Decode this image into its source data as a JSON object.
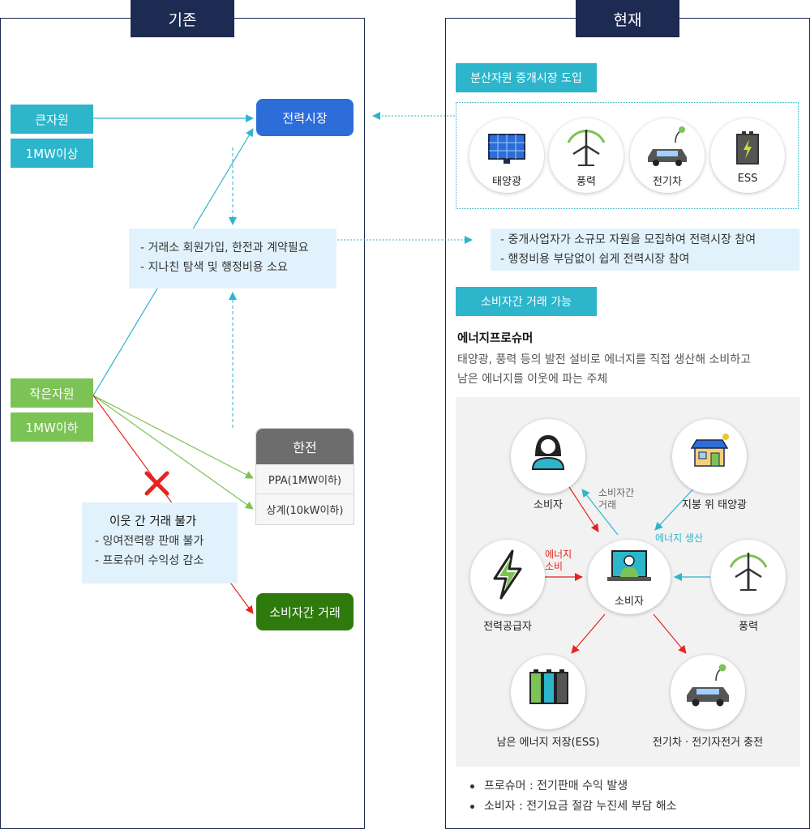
{
  "left": {
    "tab": "기존",
    "big_source": {
      "name": "큰자원",
      "capacity": "1MW이상"
    },
    "small_source": {
      "name": "작은자원",
      "capacity": "1MW이하"
    },
    "power_market": "전력시장",
    "requirements": [
      "- 거래소 회원가입, 한전과 계약필요",
      "- 지나친 탐색 및 행정비용 소요"
    ],
    "kepco": {
      "title": "한전",
      "rows": [
        "PPA(1MW이하)",
        "상계(10kW이하)"
      ]
    },
    "neighbor_box": {
      "title": "이웃 간 거래 불가",
      "items": [
        "- 잉여전력량 판매 불가",
        "- 프로슈머 수익성 감소"
      ]
    },
    "p2p": "소비자간 거래"
  },
  "right": {
    "tab": "현재",
    "section1": "분산자원 중개시장 도입",
    "resources": [
      {
        "label": "태양광",
        "icon": "solar-panel-icon"
      },
      {
        "label": "풍력",
        "icon": "wind-turbine-icon"
      },
      {
        "label": "전기차",
        "icon": "electric-car-icon"
      },
      {
        "label": "ESS",
        "icon": "battery-icon"
      }
    ],
    "benefits": [
      "- 중개사업자가 소규모 자원을 모집하여 전력시장 참여",
      "- 행정비용 부담없이 쉽게 전력시장 참여"
    ],
    "section2": "소비자간 거래 가능",
    "prosumer_title": "에너지프로슈머",
    "prosumer_desc": [
      "태양광, 풍력 등의 발전 설비로 에너지를 직접 생산해 소비하고",
      "남은 에너지를 이웃에 파는 주체"
    ],
    "nodes": {
      "consumer": "소비자",
      "rooftop": "지붕 위 태양광",
      "supplier": "전력공급자",
      "center": "소비자",
      "wind": "풍력",
      "ess": "남은 에너지 저장(ESS)",
      "ev": "전기차 · 전기자전거 충전"
    },
    "edge_labels": {
      "p2p_line1": "소비자간",
      "p2p_line2": "거래",
      "production": "에너지 생산",
      "consume_line1": "에너지",
      "consume_line2": "소비"
    },
    "bullets": [
      "프로슈머 : 전기판매 수익 발생",
      "소비자 : 전기요금 절감 누진세 부담 해소"
    ]
  },
  "colors": {
    "navy": "#1d2a52",
    "teal": "#2cb5cb",
    "green": "#7cc356",
    "blue": "#2c6dd8",
    "dark_green": "#2f7a0d",
    "red": "#e8231e",
    "light_blue": "#e2f2fc"
  }
}
